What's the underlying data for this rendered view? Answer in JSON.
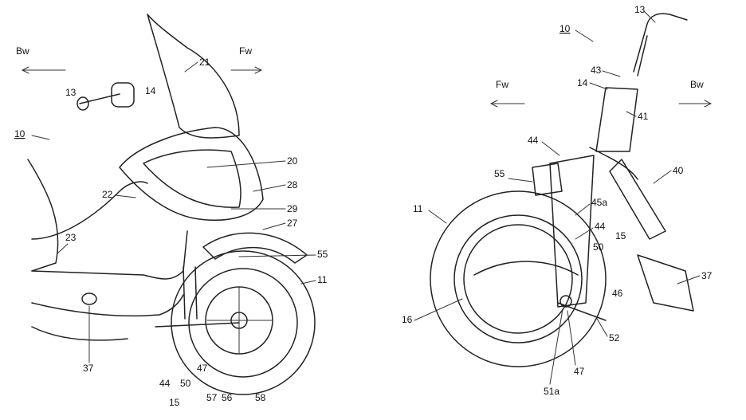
{
  "left_view": {
    "direction_back": "Bw",
    "direction_front": "Fw",
    "ref_main": "10",
    "labels": [
      "13",
      "14",
      "21",
      "20",
      "28",
      "29",
      "27",
      "22",
      "23",
      "55",
      "11",
      "37",
      "44",
      "50",
      "47",
      "57",
      "56",
      "58",
      "15"
    ]
  },
  "right_view": {
    "direction_front": "Fw",
    "direction_back": "Bw",
    "ref_main": "10",
    "labels": [
      "13",
      "43",
      "14",
      "41",
      "44",
      "40",
      "55",
      "45a",
      "11",
      "44",
      "15",
      "50",
      "37",
      "46",
      "16",
      "52",
      "47",
      "51a"
    ]
  },
  "colors": {
    "ink": "#222222",
    "paper": "#ffffff"
  }
}
